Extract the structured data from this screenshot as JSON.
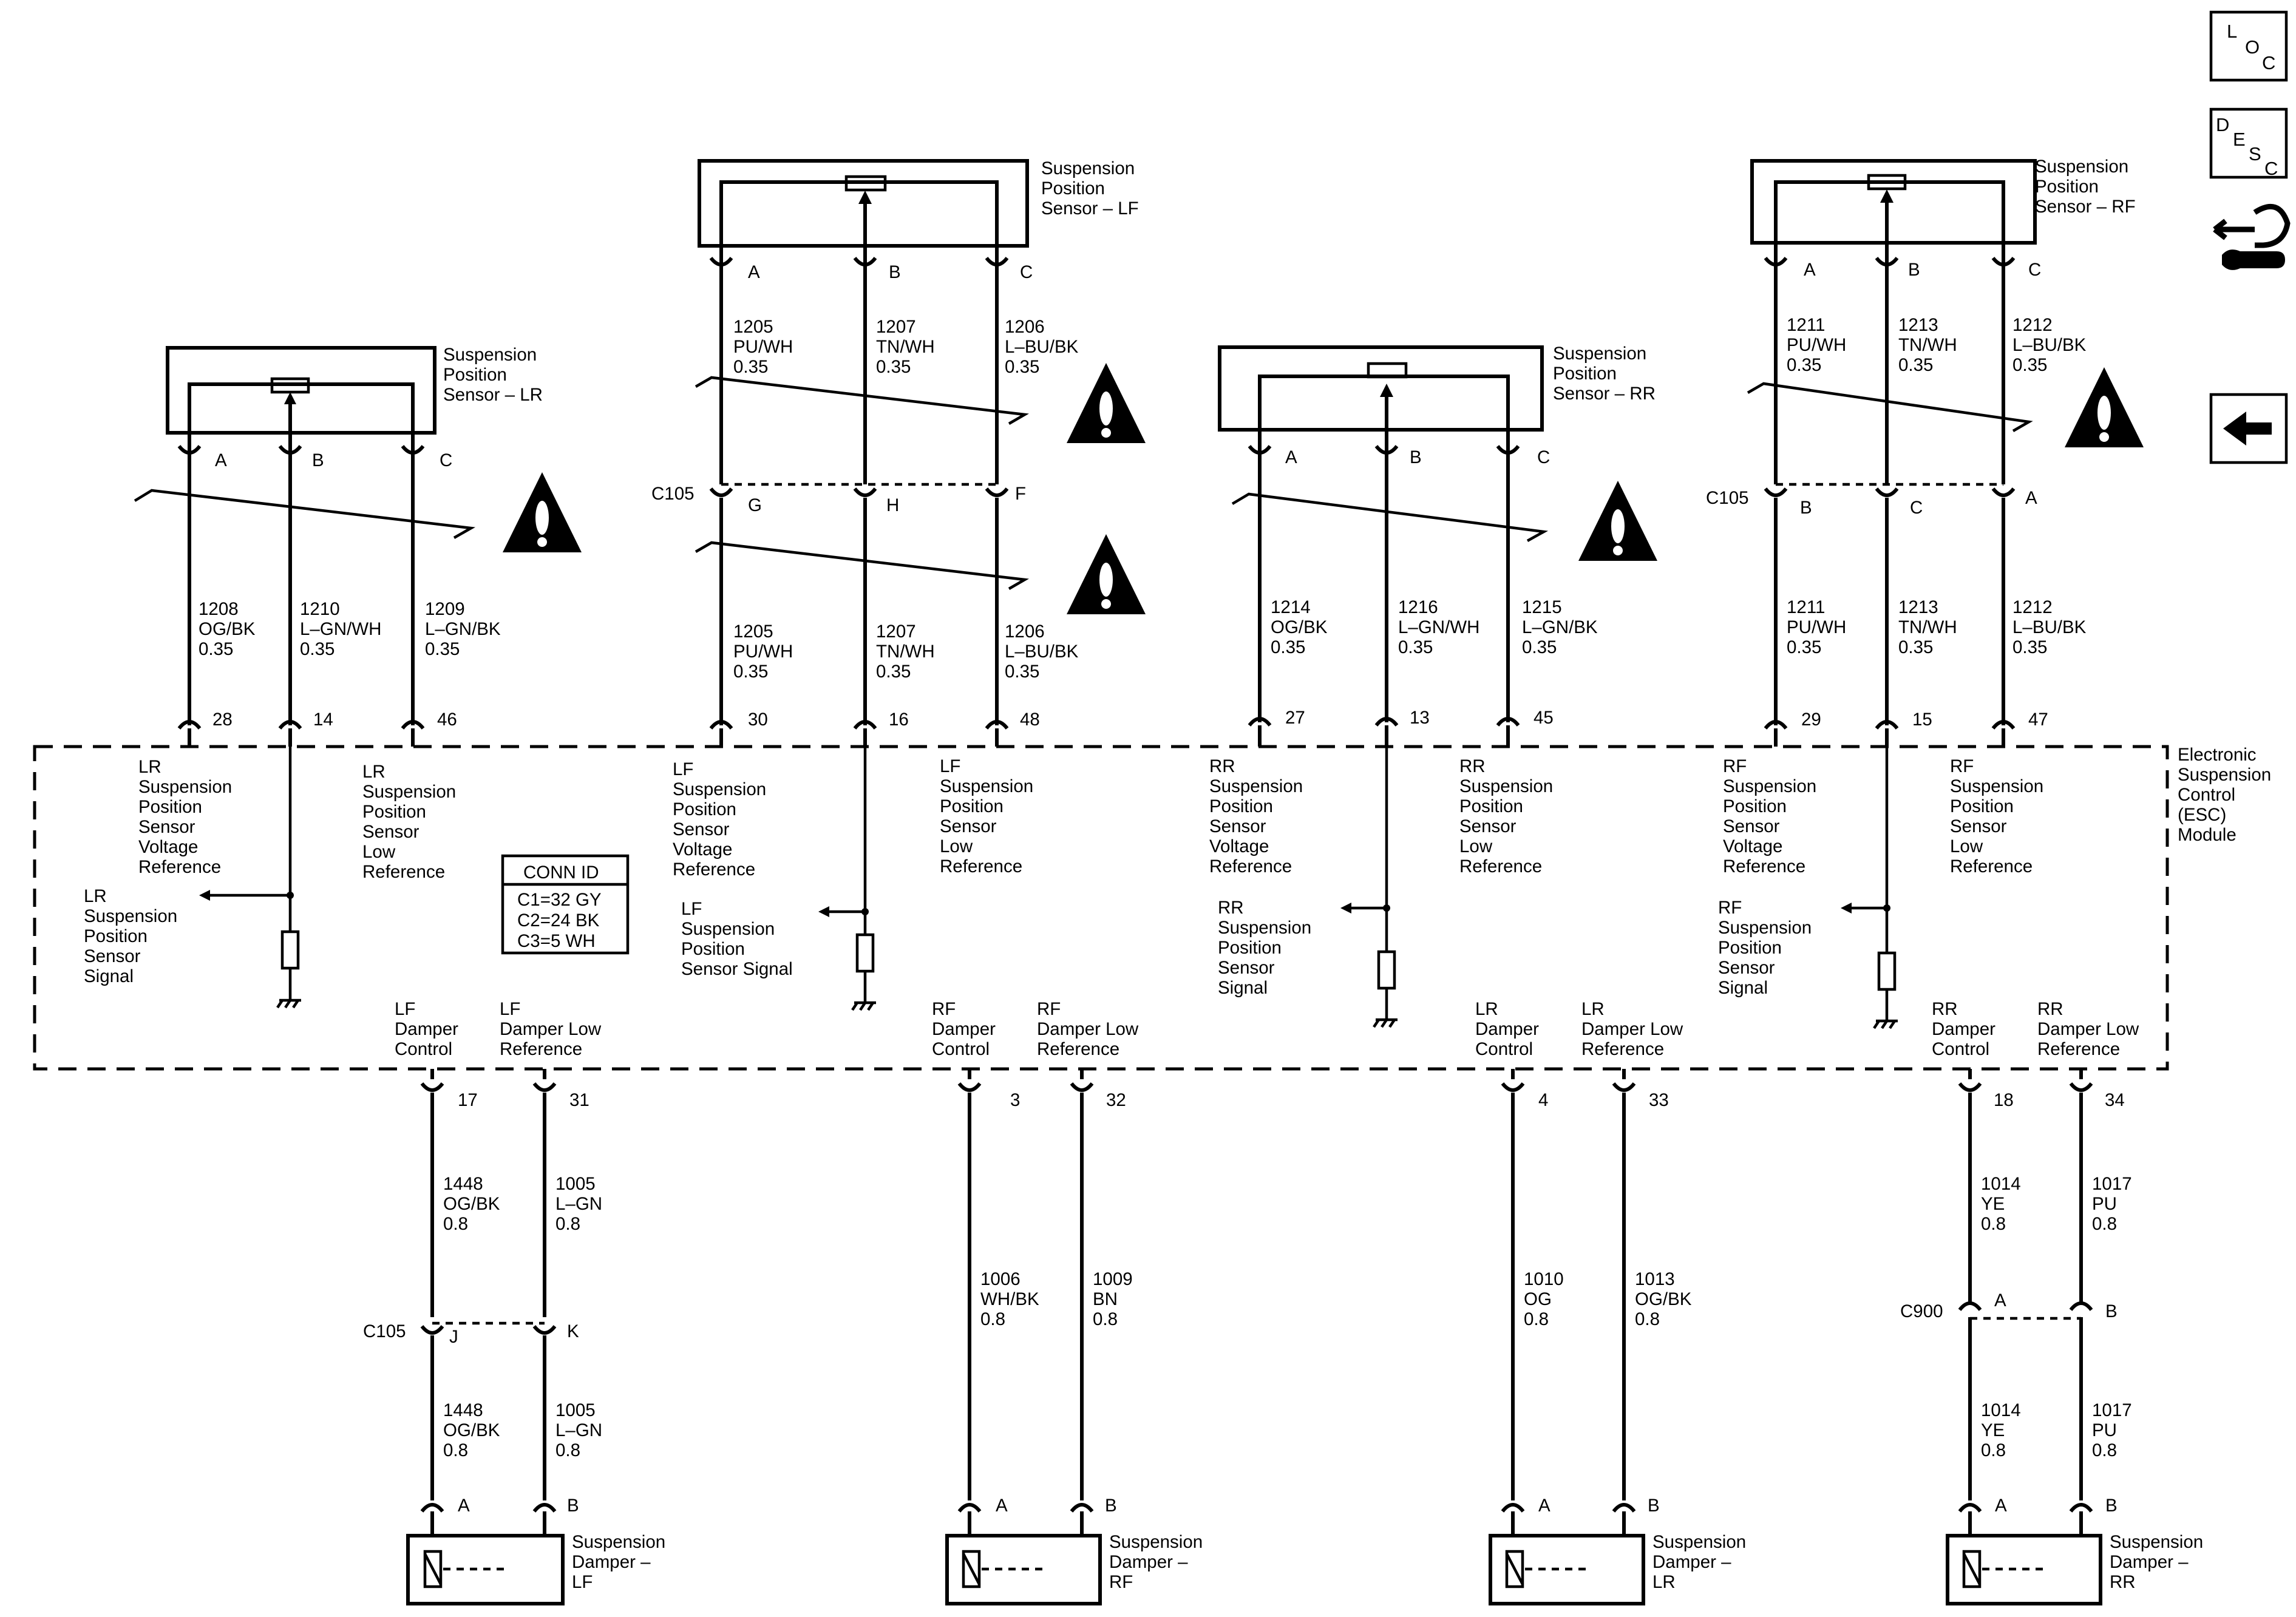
{
  "module": {
    "name": [
      "Electronic",
      "Suspension",
      "Control",
      "(ESC)",
      "Module"
    ]
  },
  "conn_id": {
    "title": "CONN ID",
    "rows": [
      "C1=32 GY",
      "C2=24 BK",
      "C3=5 WH"
    ]
  },
  "nav": {
    "loc": [
      "L",
      "O",
      "C"
    ],
    "desc": [
      "D",
      "E",
      "S",
      "C"
    ]
  },
  "sensors": [
    {
      "key": "lr",
      "name": [
        "Suspension",
        "Position",
        "Sensor – LR"
      ],
      "pins": [
        "A",
        "B",
        "C"
      ],
      "module_pins": [
        "28",
        "14",
        "46"
      ],
      "wires_lower": [
        [
          "1208",
          "OG/BK",
          "0.35"
        ],
        [
          "1210",
          "L–GN/WH",
          "0.35"
        ],
        [
          "1209",
          "L–GN/BK",
          "0.35"
        ]
      ],
      "ref_label": [
        "LR",
        "Suspension",
        "Position",
        "Sensor",
        "Voltage",
        "Reference"
      ],
      "low_label": [
        "LR",
        "Suspension",
        "Position",
        "Sensor",
        "Low",
        "Reference"
      ],
      "signal_label": [
        "LR",
        "Suspension",
        "Position",
        "Sensor",
        "Signal"
      ]
    },
    {
      "key": "lf",
      "name": [
        "Suspension",
        "Position",
        "Sensor – LF"
      ],
      "pins": [
        "A",
        "B",
        "C"
      ],
      "module_pins": [
        "30",
        "16",
        "48"
      ],
      "connector": "C105",
      "conn_pins": [
        "G",
        "H",
        "F"
      ],
      "wires_upper": [
        [
          "1205",
          "PU/WH",
          "0.35"
        ],
        [
          "1207",
          "TN/WH",
          "0.35"
        ],
        [
          "1206",
          "L–BU/BK",
          "0.35"
        ]
      ],
      "wires_lower": [
        [
          "1205",
          "PU/WH",
          "0.35"
        ],
        [
          "1207",
          "TN/WH",
          "0.35"
        ],
        [
          "1206",
          "L–BU/BK",
          "0.35"
        ]
      ],
      "ref_label": [
        "LF",
        "Suspension",
        "Position",
        "Sensor",
        "Voltage",
        "Reference"
      ],
      "low_label": [
        "LF",
        "Suspension",
        "Position",
        "Sensor",
        "Low",
        "Reference"
      ],
      "signal_label": [
        "LF",
        "Suspension",
        "Position",
        "Sensor Signal"
      ]
    },
    {
      "key": "rr",
      "name": [
        "Suspension",
        "Position",
        "Sensor – RR"
      ],
      "pins": [
        "A",
        "B",
        "C"
      ],
      "module_pins": [
        "27",
        "13",
        "45"
      ],
      "wires_lower": [
        [
          "1214",
          "OG/BK",
          "0.35"
        ],
        [
          "1216",
          "L–GN/WH",
          "0.35"
        ],
        [
          "1215",
          "L–GN/BK",
          "0.35"
        ]
      ],
      "ref_label": [
        "RR",
        "Suspension",
        "Position",
        "Sensor",
        "Voltage",
        "Reference"
      ],
      "low_label": [
        "RR",
        "Suspension",
        "Position",
        "Sensor",
        "Low",
        "Reference"
      ],
      "signal_label": [
        "RR",
        "Suspension",
        "Position",
        "Sensor",
        "Signal"
      ]
    },
    {
      "key": "rf",
      "name": [
        "Suspension",
        "Position",
        "Sensor – RF"
      ],
      "pins": [
        "A",
        "B",
        "C"
      ],
      "module_pins": [
        "29",
        "15",
        "47"
      ],
      "connector": "C105",
      "conn_pins": [
        "B",
        "C",
        "A"
      ],
      "wires_upper": [
        [
          "1211",
          "PU/WH",
          "0.35"
        ],
        [
          "1213",
          "TN/WH",
          "0.35"
        ],
        [
          "1212",
          "L–BU/BK",
          "0.35"
        ]
      ],
      "wires_lower": [
        [
          "1211",
          "PU/WH",
          "0.35"
        ],
        [
          "1213",
          "TN/WH",
          "0.35"
        ],
        [
          "1212",
          "L–BU/BK",
          "0.35"
        ]
      ],
      "ref_label": [
        "RF",
        "Suspension",
        "Position",
        "Sensor",
        "Voltage",
        "Reference"
      ],
      "low_label": [
        "RF",
        "Suspension",
        "Position",
        "Sensor",
        "Low",
        "Reference"
      ],
      "signal_label": [
        "RF",
        "Suspension",
        "Position",
        "Sensor",
        "Signal"
      ]
    }
  ],
  "dampers": [
    {
      "key": "lf",
      "name": [
        "Suspension",
        "Damper –",
        "LF"
      ],
      "ctrl_label": [
        "LF",
        "Damper",
        "Control"
      ],
      "low_label": [
        "LF",
        "Damper Low",
        "Reference"
      ],
      "module_pins": [
        "17",
        "31"
      ],
      "connector": "C105",
      "conn_pins": [
        "J",
        "K"
      ],
      "wires_upper": [
        [
          "1448",
          "OG/BK",
          "0.8"
        ],
        [
          "1005",
          "L–GN",
          "0.8"
        ]
      ],
      "wires_lower": [
        [
          "1448",
          "OG/BK",
          "0.8"
        ],
        [
          "1005",
          "L–GN",
          "0.8"
        ]
      ],
      "pins": [
        "A",
        "B"
      ]
    },
    {
      "key": "rf",
      "name": [
        "Suspension",
        "Damper –",
        "RF"
      ],
      "ctrl_label": [
        "RF",
        "Damper",
        "Control"
      ],
      "low_label": [
        "RF",
        "Damper Low",
        "Reference"
      ],
      "module_pins": [
        "3",
        "32"
      ],
      "wires": [
        [
          "1006",
          "WH/BK",
          "0.8"
        ],
        [
          "1009",
          "BN",
          "0.8"
        ]
      ],
      "pins": [
        "A",
        "B"
      ]
    },
    {
      "key": "lr",
      "name": [
        "Suspension",
        "Damper –",
        "LR"
      ],
      "ctrl_label": [
        "LR",
        "Damper",
        "Control"
      ],
      "low_label": [
        "LR",
        "Damper Low",
        "Reference"
      ],
      "module_pins": [
        "4",
        "33"
      ],
      "wires": [
        [
          "1010",
          "OG",
          "0.8"
        ],
        [
          "1013",
          "OG/BK",
          "0.8"
        ]
      ],
      "pins": [
        "A",
        "B"
      ]
    },
    {
      "key": "rr",
      "name": [
        "Suspension",
        "Damper –",
        "RR"
      ],
      "ctrl_label": [
        "RR",
        "Damper",
        "Control"
      ],
      "low_label": [
        "RR",
        "Damper Low",
        "Reference"
      ],
      "module_pins": [
        "18",
        "34"
      ],
      "connector": "C900",
      "conn_pins": [
        "A",
        "B"
      ],
      "wires_upper": [
        [
          "1014",
          "YE",
          "0.8"
        ],
        [
          "1017",
          "PU",
          "0.8"
        ]
      ],
      "wires_lower": [
        [
          "1014",
          "YE",
          "0.8"
        ],
        [
          "1017",
          "PU",
          "0.8"
        ]
      ],
      "pins": [
        "A",
        "B"
      ]
    }
  ]
}
